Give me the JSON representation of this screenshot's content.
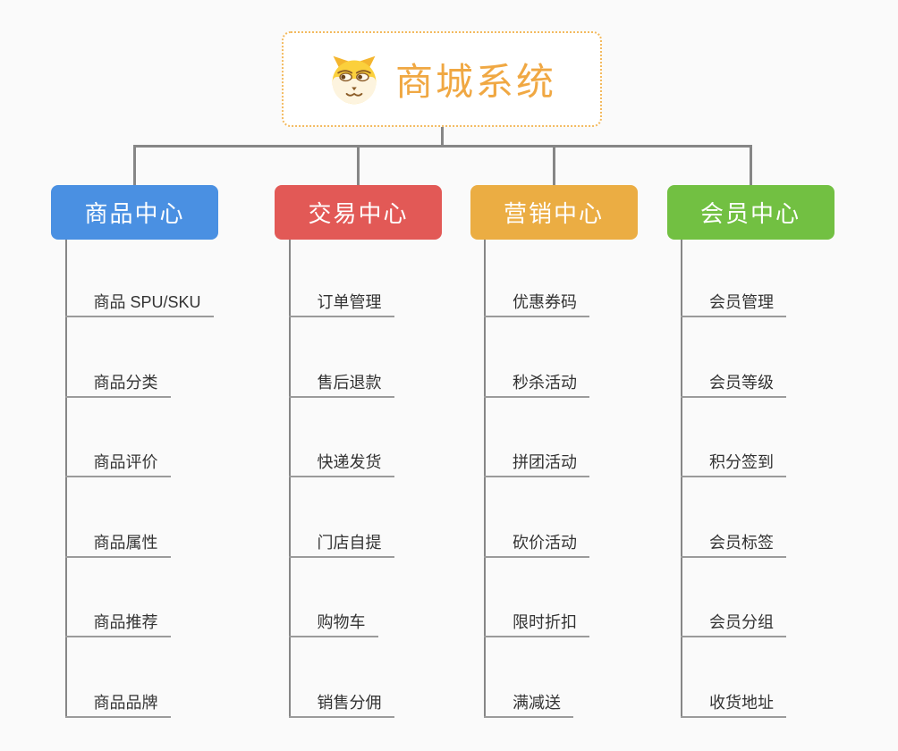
{
  "root": {
    "title": "商城系统",
    "icon": "dog-icon",
    "title_color": "#F0A843",
    "border_color": "#F3BA5F"
  },
  "colors": {
    "background": "#FAFAFA",
    "connector": "#868686",
    "leaf_underline": "#9B9B9B",
    "leaf_text": "#333333"
  },
  "branches": [
    {
      "label": "商品中心",
      "color": "#4A90E2",
      "items": [
        "商品 SPU/SKU",
        "商品分类",
        "商品评价",
        "商品属性",
        "商品推荐",
        "商品品牌"
      ]
    },
    {
      "label": "交易中心",
      "color": "#E25956",
      "items": [
        "订单管理",
        "售后退款",
        "快递发货",
        "门店自提",
        "购物车",
        "销售分佣"
      ]
    },
    {
      "label": "营销中心",
      "color": "#EBAD43",
      "items": [
        "优惠券码",
        "秒杀活动",
        "拼团活动",
        "砍价活动",
        "限时折扣",
        "满减送"
      ]
    },
    {
      "label": "会员中心",
      "color": "#72C042",
      "items": [
        "会员管理",
        "会员等级",
        "积分签到",
        "会员标签",
        "会员分组",
        "收货地址"
      ]
    }
  ]
}
